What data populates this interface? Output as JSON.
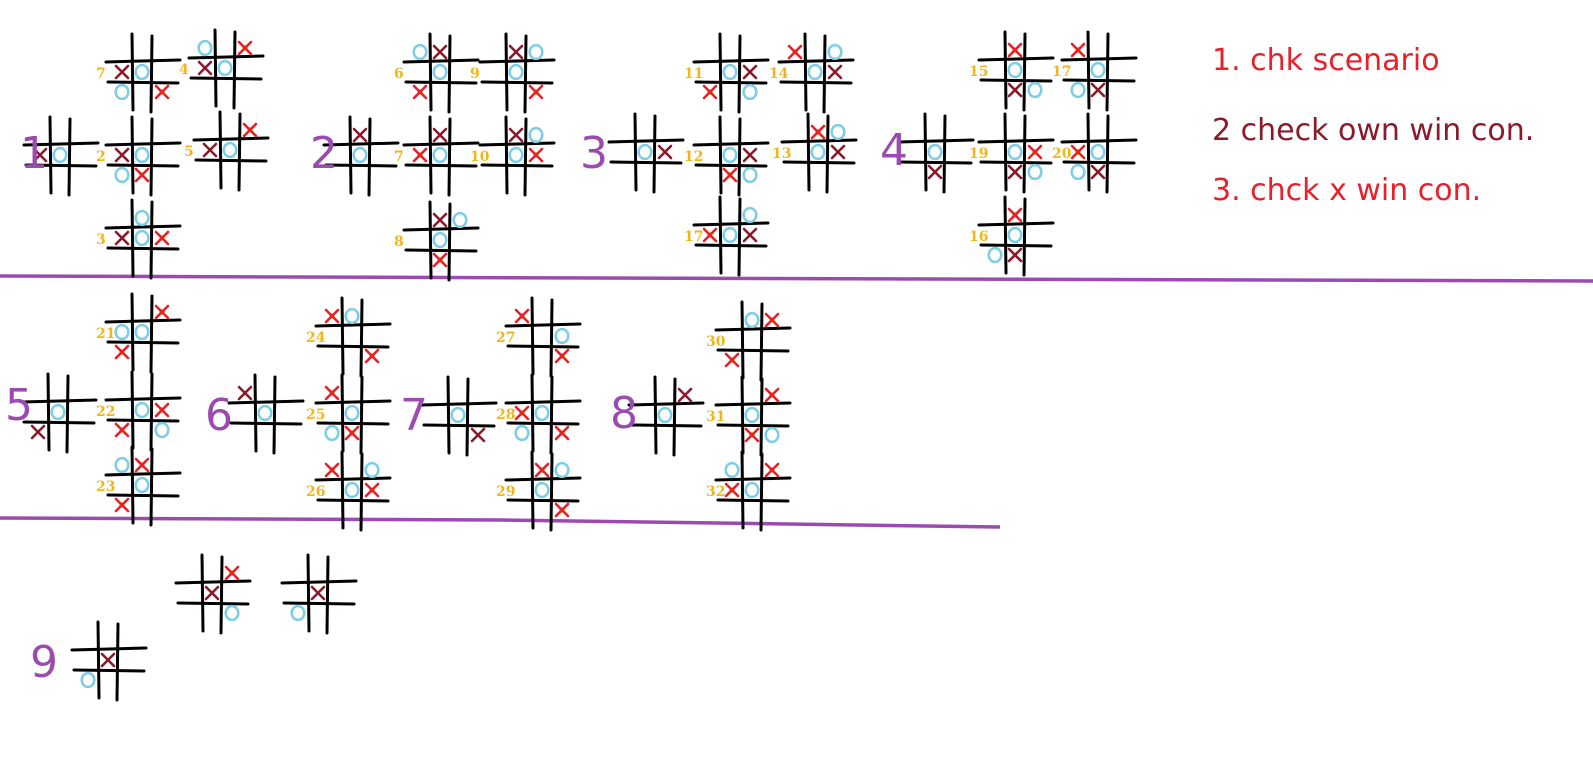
{
  "colors": {
    "grid": "#000000",
    "x_dark": "#8b1a2b",
    "x_red": "#e8202a",
    "o": "#7ccde6",
    "highlight": "#c7d62a",
    "number_label": "#f2b61a",
    "scenario_label": "#9b4bb0",
    "divider": "#9b4bb0",
    "note_1": "#e8202a",
    "note_2": "#8b1a2b",
    "note_3": "#e8202a"
  },
  "notes": [
    "1. chk scenario",
    "2 check own win con.",
    "3. chck x win con."
  ],
  "scenarios": [
    {
      "label": "1",
      "grids": [
        {
          "num": "",
          "cells": [
            "",
            "",
            "",
            "X",
            "O",
            "",
            "",
            "",
            ""
          ]
        },
        {
          "num": "7",
          "cells": [
            "",
            "",
            "",
            "X",
            "O",
            "",
            "O",
            "",
            "x"
          ]
        },
        {
          "num": "4",
          "cells": [
            "O",
            "",
            "x",
            "X",
            "O",
            "",
            "",
            "",
            ""
          ]
        },
        {
          "num": "2",
          "cells": [
            "",
            "",
            "",
            "X",
            "O",
            "",
            "O",
            "x",
            ""
          ]
        },
        {
          "num": "5",
          "cells": [
            "",
            "",
            "x",
            "X",
            "O",
            "",
            "",
            "",
            ""
          ]
        },
        {
          "num": "3",
          "cells": [
            "",
            "O",
            "",
            "X",
            "O",
            "x",
            "",
            "",
            ""
          ]
        }
      ]
    },
    {
      "label": "2",
      "grids": [
        {
          "num": "",
          "cells": [
            "",
            "X",
            "",
            "",
            "O",
            "",
            "",
            "",
            ""
          ]
        },
        {
          "num": "6",
          "cells": [
            "O",
            "X",
            "",
            "",
            "O",
            "",
            "x",
            "",
            ""
          ]
        },
        {
          "num": "9",
          "cells": [
            "",
            "X",
            "O",
            "",
            "O",
            "",
            "",
            "",
            "x"
          ]
        },
        {
          "num": "7",
          "cells": [
            "",
            "X",
            "",
            "x",
            "O",
            "",
            "",
            "",
            ""
          ]
        },
        {
          "num": "10",
          "cells": [
            "",
            "X",
            "O",
            "",
            "O",
            "x",
            "",
            "",
            ""
          ]
        },
        {
          "num": "8",
          "cells": [
            "",
            "X",
            "O",
            "",
            "O",
            "",
            "",
            "x",
            ""
          ]
        }
      ]
    },
    {
      "label": "3",
      "grids": [
        {
          "num": "",
          "cells": [
            "",
            "",
            "",
            "",
            "O",
            "X",
            "",
            "",
            ""
          ]
        },
        {
          "num": "11",
          "cells": [
            "",
            "",
            "",
            "",
            "O",
            "X",
            "x",
            "",
            "O"
          ]
        },
        {
          "num": "14",
          "cells": [
            "x",
            "",
            "O",
            "",
            "O",
            "X",
            "",
            "",
            ""
          ]
        },
        {
          "num": "12",
          "cells": [
            "",
            "",
            "",
            "",
            "O",
            "X",
            "",
            "x",
            "O"
          ]
        },
        {
          "num": "13",
          "cells": [
            "",
            "x",
            "O",
            "",
            "O",
            "X",
            "",
            "",
            ""
          ]
        },
        {
          "num": "17",
          "cells": [
            "",
            "",
            "O",
            "x",
            "O",
            "X",
            "",
            "",
            ""
          ]
        }
      ]
    },
    {
      "label": "4",
      "grids": [
        {
          "num": "",
          "cells": [
            "",
            "",
            "",
            "",
            "O",
            "",
            "",
            "X",
            ""
          ]
        },
        {
          "num": "15",
          "cells": [
            "",
            "x",
            "",
            "",
            "O",
            "",
            "",
            "X",
            "O"
          ]
        },
        {
          "num": "17",
          "cells": [
            "x",
            "",
            "",
            "",
            "O",
            "",
            "O",
            "X",
            ""
          ]
        },
        {
          "num": "19",
          "cells": [
            "",
            "",
            "",
            "",
            "O",
            "x",
            "",
            "X",
            "O"
          ]
        },
        {
          "num": "20",
          "cells": [
            "",
            "",
            "",
            "x",
            "O",
            "",
            "O",
            "X",
            ""
          ]
        },
        {
          "num": "16",
          "cells": [
            "",
            "x",
            "",
            "",
            "O",
            "",
            "O",
            "X",
            ""
          ]
        }
      ]
    },
    {
      "label": "5",
      "grids": [
        {
          "num": "",
          "cells": [
            "",
            "",
            "",
            "",
            "O",
            "",
            "X",
            "",
            ""
          ]
        },
        {
          "num": "21",
          "cells": [
            "",
            "",
            "x",
            "O",
            "O",
            "",
            "x",
            "",
            ""
          ]
        },
        {
          "num": "22",
          "cells": [
            "",
            "",
            "",
            "",
            "O",
            "x",
            "x",
            "",
            "O"
          ]
        },
        {
          "num": "23",
          "cells": [
            "O",
            "x",
            "",
            "",
            "O",
            "",
            "x",
            "",
            ""
          ]
        }
      ]
    },
    {
      "label": "6",
      "grids": [
        {
          "num": "",
          "cells": [
            "X",
            "",
            "",
            "",
            "O",
            "",
            "",
            "",
            ""
          ]
        },
        {
          "num": "24",
          "cells": [
            "x",
            "O",
            "",
            "",
            "",
            "",
            "",
            "",
            "x"
          ]
        },
        {
          "num": "25",
          "cells": [
            "x",
            "",
            "",
            "",
            "O",
            "",
            "O",
            "x",
            ""
          ]
        },
        {
          "num": "26",
          "cells": [
            "x",
            "",
            "O",
            "",
            "O",
            "x",
            "",
            "",
            ""
          ]
        }
      ]
    },
    {
      "label": "7",
      "grids": [
        {
          "num": "",
          "cells": [
            "",
            "",
            "",
            "",
            "O",
            "",
            "",
            "",
            "X"
          ]
        },
        {
          "num": "27",
          "cells": [
            "x",
            "",
            "",
            "",
            "",
            "O",
            "",
            "",
            "x"
          ]
        },
        {
          "num": "28",
          "cells": [
            "",
            "",
            "",
            "x",
            "O",
            "",
            "O",
            "",
            "x"
          ]
        },
        {
          "num": "29",
          "cells": [
            "",
            "x",
            "O",
            "",
            "O",
            "",
            "",
            "",
            "x"
          ]
        }
      ]
    },
    {
      "label": "8",
      "grids": [
        {
          "num": "",
          "cells": [
            "",
            "",
            "X",
            "",
            "O",
            "",
            "",
            "",
            ""
          ]
        },
        {
          "num": "30",
          "cells": [
            "",
            "O",
            "x",
            "",
            "",
            "",
            "x",
            "",
            ""
          ]
        },
        {
          "num": "31",
          "cells": [
            "",
            "",
            "x",
            "",
            "O",
            "",
            "",
            "x",
            "O"
          ]
        },
        {
          "num": "32",
          "cells": [
            "O",
            "",
            "x",
            "x",
            "O",
            "",
            "",
            "",
            ""
          ]
        }
      ]
    },
    {
      "label": "9",
      "grids": [
        {
          "num": "",
          "cells": [
            "",
            "",
            "",
            "",
            "X",
            "",
            "O",
            "",
            ""
          ]
        },
        {
          "num": "",
          "cells": [
            "",
            "",
            "x",
            "",
            "X",
            "",
            "",
            "",
            "O"
          ]
        },
        {
          "num": "",
          "cells": [
            "",
            "",
            "",
            "",
            "X",
            "",
            "O",
            "",
            ""
          ]
        }
      ]
    }
  ]
}
